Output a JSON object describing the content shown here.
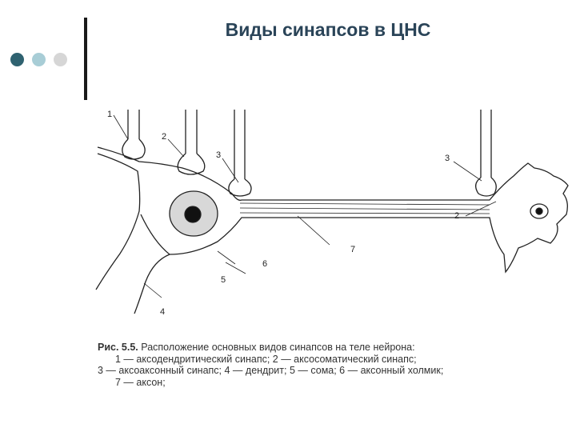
{
  "slide": {
    "title": "Виды синапсов в ЦНС",
    "bullet_colors": [
      "#2f6270",
      "#a8cdd6",
      "#d6d6d6"
    ]
  },
  "figure": {
    "labels": {
      "l1": "1",
      "l2a": "2",
      "l3a": "3",
      "l3b": "3",
      "l2b": "2",
      "l4": "4",
      "l5": "5",
      "l6": "6",
      "l7": "7"
    },
    "caption": {
      "fig_num": "Рис. 5.5.",
      "line1": "Расположение основных видов синапсов на теле нейрона:",
      "line2": "1 — аксодендритический синапс; 2 — аксосоматический синапс;",
      "line3": "3 — аксоаксонный синапс; 4 — дендрит; 5 — сома; 6 — аксонный холмик;",
      "line4": "7 — аксон;"
    }
  }
}
